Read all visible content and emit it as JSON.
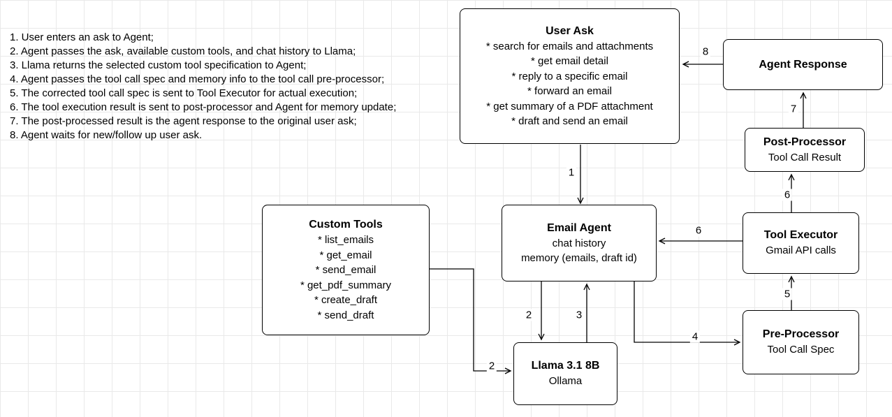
{
  "legend": {
    "lines": [
      "1. User enters an ask to Agent;",
      "2. Agent passes the ask, available custom tools, and chat history to Llama;",
      "3. Llama returns the selected custom tool specification to Agent;",
      "4. Agent passes the tool call spec and memory info to the tool call pre-processor;",
      "5. The corrected tool call spec is sent to Tool Executor for actual execution;",
      "6. The tool execution result is sent to post-processor and Agent for memory update;",
      "7. The post-processed result is the agent response to the original user ask;",
      "8. Agent waits for new/follow up user ask."
    ]
  },
  "nodes": {
    "user_ask": {
      "title": "User Ask",
      "items": [
        "* search for emails and attachments",
        "* get email detail",
        "* reply to a specific email",
        "* forward an email",
        "* get summary of a PDF attachment",
        "* draft and send an email"
      ]
    },
    "agent_response": {
      "title": "Agent Response"
    },
    "post_processor": {
      "title": "Post-Processor",
      "subtitle": "Tool Call Result"
    },
    "tool_executor": {
      "title": "Tool Executor",
      "subtitle": "Gmail API calls"
    },
    "pre_processor": {
      "title": "Pre-Processor",
      "subtitle": "Tool Call Spec"
    },
    "email_agent": {
      "title": "Email Agent",
      "lines": [
        "chat history",
        "memory (emails, draft id)"
      ]
    },
    "custom_tools": {
      "title": "Custom Tools",
      "items": [
        "* list_emails",
        "* get_email",
        "* send_email",
        "* get_pdf_summary",
        "* create_draft",
        "* send_draft"
      ]
    },
    "llama": {
      "title": "Llama 3.1 8B",
      "subtitle": "Ollama"
    }
  },
  "edge_labels": {
    "step1": "1",
    "step2_agent_to_llama": "2",
    "step2_tools_to_llama": "2",
    "step3": "3",
    "step4": "4",
    "step5": "5",
    "step6_to_postprocessor": "6",
    "step6_to_agent": "6",
    "step7": "7",
    "step8": "8"
  },
  "colors": {
    "stroke": "#000000",
    "background": "#ffffff",
    "grid": "#e9e9e9"
  }
}
